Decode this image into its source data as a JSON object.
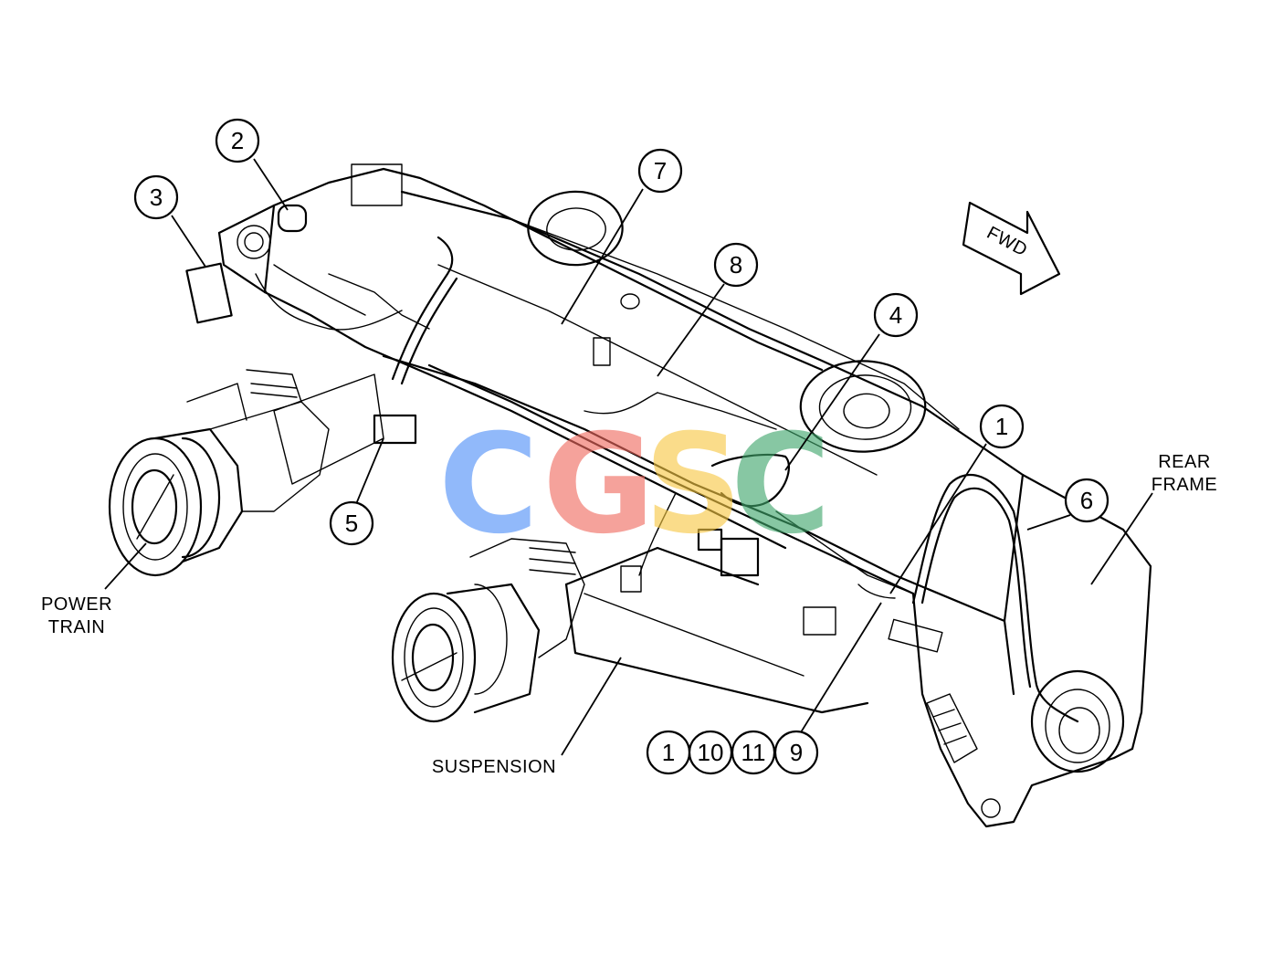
{
  "callouts": {
    "c1": "1",
    "c2": "2",
    "c3": "3",
    "c4": "4",
    "c5": "5",
    "c6": "6",
    "c7": "7",
    "c8": "8",
    "c9": "9",
    "c10": "10",
    "c11": "11",
    "c1b": "1"
  },
  "labels": {
    "rear_frame_line1": "REAR",
    "rear_frame_line2": "FRAME",
    "power_train_line1": "POWER",
    "power_train_line2": "TRAIN",
    "suspension": "SUSPENSION",
    "fwd": "FWD"
  },
  "watermark": {
    "letters": [
      "C",
      "G",
      "S",
      "C"
    ],
    "colors": [
      "#4f8ff7",
      "#f06a5f",
      "#f7c843",
      "#3fa66b"
    ]
  }
}
